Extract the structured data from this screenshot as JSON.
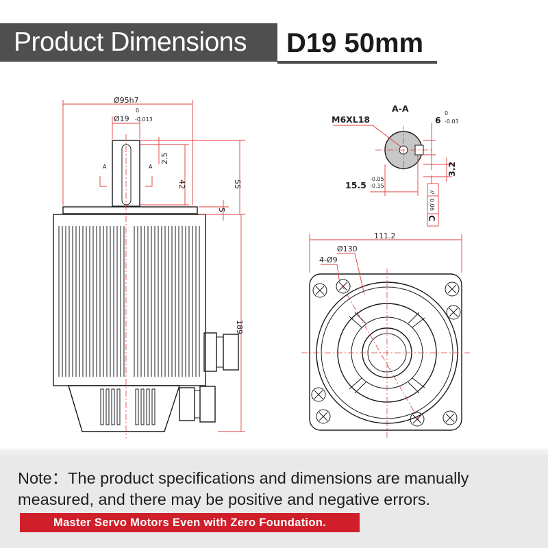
{
  "header": {
    "title": "Product Dimensions",
    "model": "D19 50mm"
  },
  "drawing": {
    "front_view": {
      "flange_fit": "Ø95h7",
      "shaft_diameter": "Ø19",
      "shaft_tol_upper": "0",
      "shaft_tol_lower": "-0.013",
      "key_depth": "2.5",
      "key_length": "42",
      "shaft_length": "55",
      "flange_thickness": "5",
      "total_length": "189",
      "section_mark": "A"
    },
    "section_view": {
      "title": "A-A",
      "thread": "M6XL18",
      "key_width": "6",
      "key_width_tol_upper": "0",
      "key_width_tol_lower": "-0.03",
      "key_height": "3.2",
      "keyseat_depth": "15.5",
      "keyseat_tol_upper": "-0.05",
      "keyseat_tol_lower": "-0.15",
      "flatness": "0.06",
      "datum": "C"
    },
    "end_view": {
      "flange_width": "111.2",
      "bolt_circle": "Ø130",
      "holes": "4-Ø9"
    }
  },
  "footer": {
    "note": "Note：The product specifications and dimensions are manually measured, and there may be positive and negative errors.",
    "slogan": "Master Servo Motors Even with Zero Foundation."
  }
}
